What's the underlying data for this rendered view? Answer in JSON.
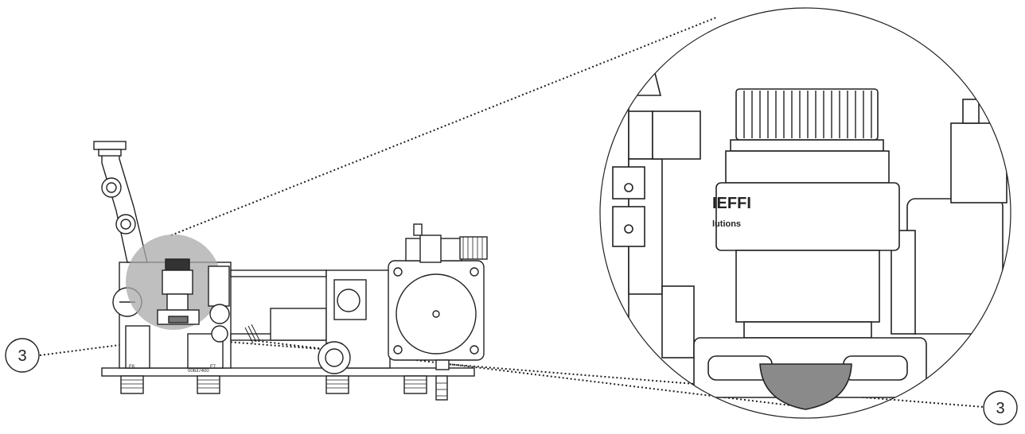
{
  "callouts": [
    {
      "label": "3"
    },
    {
      "label": "3"
    }
  ],
  "labels": {
    "f8": "F8",
    "f7": "F7",
    "part_number": "00637400",
    "brand_top": "IEFFI",
    "brand_bottom": "lutions"
  },
  "colors": {
    "highlight": "#a9a9a9",
    "drain_cap": "#8a8a8a",
    "line": "#222222"
  }
}
